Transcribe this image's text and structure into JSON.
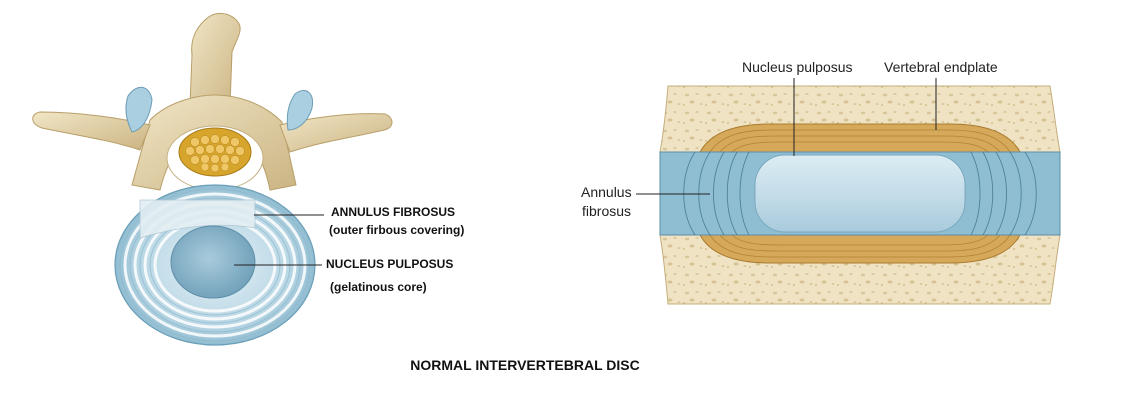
{
  "left_diagram": {
    "annulus_label": "ANNULUS FIBROSUS",
    "annulus_sub": "(outer firbous covering)",
    "nucleus_label": "NUCLEUS PULPOSUS",
    "nucleus_sub": "(gelatinous core)"
  },
  "right_diagram": {
    "nucleus_label": "Nucleus pulposus",
    "endplate_label": "Vertebral endplate",
    "annulus_label_line1": "Annulus",
    "annulus_label_line2": "fibrosus"
  },
  "caption": "NORMAL INTERVERTEBRAL DISC",
  "colors": {
    "bone": "#e9dcb4",
    "bone_shadow": "#c9b27e",
    "disc_blue": "#9fc6d8",
    "disc_dark": "#5f93ad",
    "nucleus_blue": "#cfe6ef",
    "endplate_orange": "#d6a85a",
    "spinal_cord": "#d8a52c",
    "bone_texture": "#efe3c4"
  }
}
